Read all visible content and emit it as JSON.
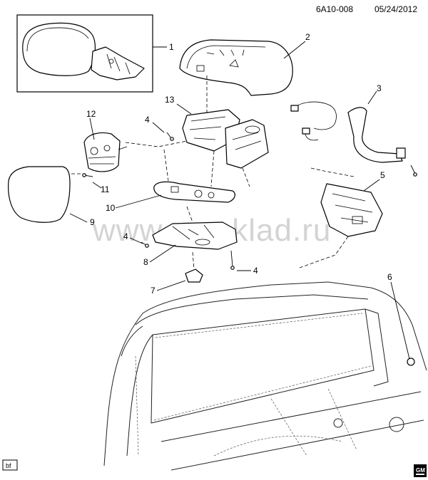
{
  "header": {
    "code": "6A10-008",
    "date": "05/24/2012"
  },
  "watermark": "www.gmsklad.ru",
  "footer": {
    "corner_tag": "bf",
    "logo_text": "GM"
  },
  "callouts": [
    "1",
    "2",
    "3",
    "4",
    "5",
    "6",
    "7",
    "8",
    "9",
    "10",
    "11",
    "12",
    "13",
    "4",
    "4"
  ]
}
